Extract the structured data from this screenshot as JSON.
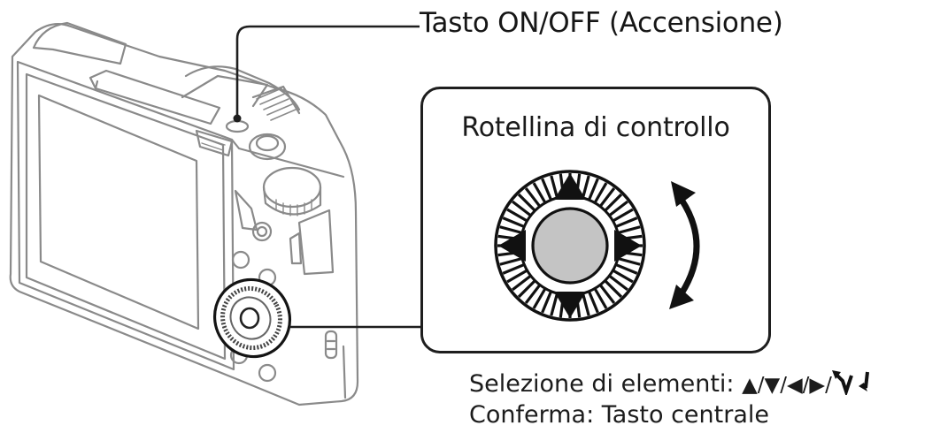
{
  "labels": {
    "power_button": "Tasto ON/OFF (Accensione)",
    "control_wheel_title": "Rotellina di controllo"
  },
  "caption": {
    "selection_prefix": "Selezione di elementi: ",
    "selection_symbols": "▲/▼/◀/▶/",
    "rotation_symbol": "rotate-wheel-icon",
    "confirm": "Conferma: Tasto centrale"
  },
  "colors": {
    "line": "#1e1e1e",
    "camera_outline": "#8a8a8a",
    "center_button": "#c4c4c4",
    "background": "#ffffff"
  }
}
